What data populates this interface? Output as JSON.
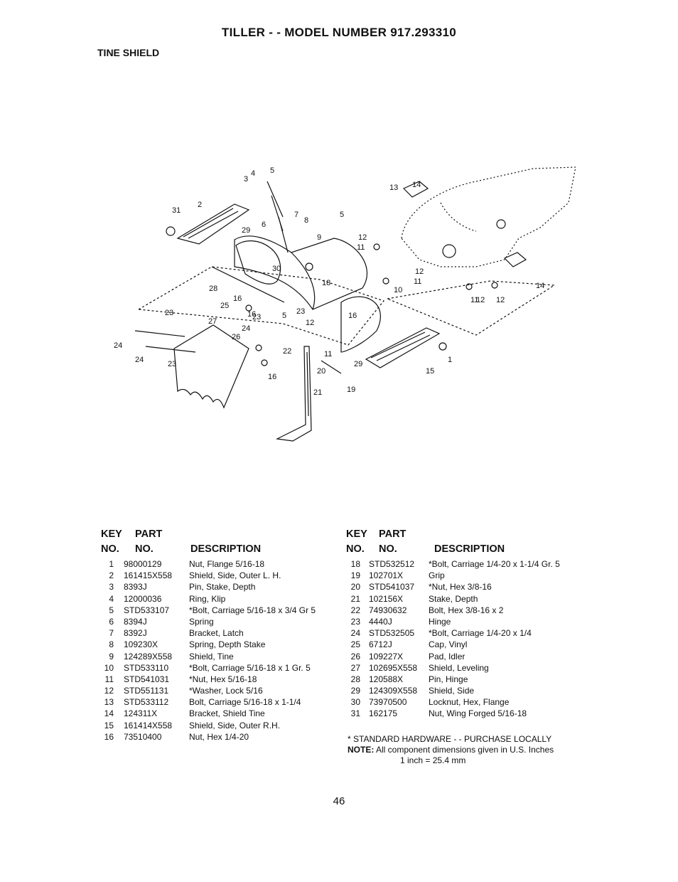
{
  "title": "TILLER - - MODEL NUMBER 917.293310",
  "section": "TINE SHIELD",
  "diagram_callouts": [
    "1",
    "2",
    "3",
    "4",
    "5",
    "5",
    "5",
    "6",
    "7",
    "8",
    "9",
    "10",
    "11",
    "11",
    "11",
    "11",
    "12",
    "12",
    "12",
    "12",
    "12",
    "13",
    "14",
    "14",
    "15",
    "16",
    "16",
    "16",
    "16",
    "18",
    "19",
    "20",
    "21",
    "22",
    "23",
    "23",
    "23",
    "23",
    "24",
    "24",
    "24",
    "25",
    "26",
    "27",
    "28",
    "29",
    "29",
    "30",
    "31"
  ],
  "left_table": {
    "key_label": "KEY",
    "key_label2": "NO.",
    "part_label": "PART",
    "part_label2": "NO.",
    "desc_label": "DESCRIPTION",
    "rows": [
      {
        "key": "1",
        "part": "98000129",
        "desc": "Nut, Flange 5/16-18"
      },
      {
        "key": "2",
        "part": "161415X558",
        "desc": "Shield, Side, Outer L. H."
      },
      {
        "key": "3",
        "part": "8393J",
        "desc": "Pin, Stake, Depth"
      },
      {
        "key": "4",
        "part": "12000036",
        "desc": "Ring, Klip"
      },
      {
        "key": "5",
        "part": "STD533107",
        "desc": "*Bolt, Carriage 5/16-18 x 3/4 Gr 5"
      },
      {
        "key": "6",
        "part": "8394J",
        "desc": "Spring"
      },
      {
        "key": "7",
        "part": "8392J",
        "desc": "Bracket, Latch"
      },
      {
        "key": "8",
        "part": "109230X",
        "desc": "Spring, Depth Stake"
      },
      {
        "key": "9",
        "part": "124289X558",
        "desc": "Shield, Tine"
      },
      {
        "key": "10",
        "part": "STD533110",
        "desc": "*Bolt, Carriage 5/16-18 x 1 Gr. 5"
      },
      {
        "key": "11",
        "part": "STD541031",
        "desc": "*Nut, Hex 5/16-18"
      },
      {
        "key": "12",
        "part": "STD551131",
        "desc": "*Washer, Lock 5/16"
      },
      {
        "key": "13",
        "part": "STD533112",
        "desc": "Bolt, Carriage 5/16-18 x 1-1/4"
      },
      {
        "key": "14",
        "part": "124311X",
        "desc": "Bracket, Shield Tine"
      },
      {
        "key": "15",
        "part": "161414X558",
        "desc": "Shield, Side, Outer R.H."
      },
      {
        "key": "16",
        "part": "73510400",
        "desc": "Nut, Hex 1/4-20"
      }
    ]
  },
  "right_table": {
    "key_label": "KEY",
    "key_label2": "NO.",
    "part_label": "PART",
    "part_label2": "NO.",
    "desc_label": "DESCRIPTION",
    "rows": [
      {
        "key": "18",
        "part": "STD532512",
        "desc": "*Bolt, Carriage 1/4-20 x 1-1/4 Gr. 5"
      },
      {
        "key": "19",
        "part": "102701X",
        "desc": "Grip"
      },
      {
        "key": "20",
        "part": "STD541037",
        "desc": "*Nut, Hex 3/8-16"
      },
      {
        "key": "21",
        "part": "102156X",
        "desc": "Stake, Depth"
      },
      {
        "key": "22",
        "part": "74930632",
        "desc": "Bolt, Hex 3/8-16 x 2"
      },
      {
        "key": "23",
        "part": "4440J",
        "desc": "Hinge"
      },
      {
        "key": "24",
        "part": "STD532505",
        "desc": "*Bolt, Carriage 1/4-20 x 1/4"
      },
      {
        "key": "25",
        "part": "6712J",
        "desc": "Cap, Vinyl"
      },
      {
        "key": "26",
        "part": "109227X",
        "desc": "Pad, Idler"
      },
      {
        "key": "27",
        "part": "102695X558",
        "desc": "Shield, Leveling"
      },
      {
        "key": "28",
        "part": "120588X",
        "desc": "Pin, Hinge"
      },
      {
        "key": "29",
        "part": "124309X558",
        "desc": "Shield, Side"
      },
      {
        "key": "30",
        "part": "73970500",
        "desc": "Locknut, Hex, Flange"
      },
      {
        "key": "31",
        "part": "162175",
        "desc": "Nut, Wing Forged 5/16-18"
      }
    ]
  },
  "notes": {
    "standard_hardware": "* STANDARD HARDWARE - - PURCHASE LOCALLY",
    "note_label": "NOTE:",
    "note_text": "All component dimensions given in U.S. Inches",
    "conversion": "1 inch = 25.4 mm"
  },
  "page_number": "46"
}
